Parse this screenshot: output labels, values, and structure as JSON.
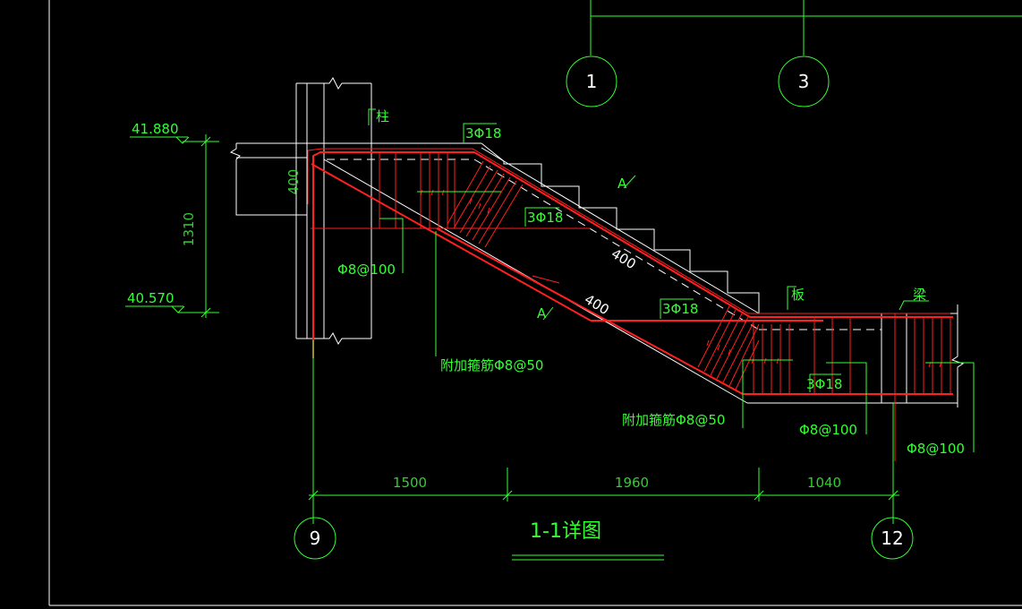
{
  "drawing": {
    "title": "1-1详图",
    "axes": {
      "top_left": "1",
      "top_right": "3",
      "bottom_left": "9",
      "bottom_right": "12"
    },
    "elevations": {
      "upper": "41.880",
      "lower": "40.570",
      "height": "1310"
    },
    "dimensions": {
      "seg1": "1500",
      "seg2": "1960",
      "seg3": "1040",
      "beam_depth": "400",
      "slab_thickness_a": "400",
      "slab_thickness_b": "400"
    },
    "rebar_labels": {
      "top_3phi18": "3Φ18",
      "mid_3phi18": "3Φ18",
      "lower_3phi18": "3Φ18",
      "bottom_3phi18": "3Φ18",
      "stirrup_left": "Φ8@100",
      "stirrup_mid": "Φ8@100",
      "stirrup_right": "Φ8@100",
      "extra_stirrup_a": "附加箍筋Φ8@50",
      "extra_stirrup_b": "附加箍筋Φ8@50"
    },
    "member_labels": {
      "column": "柱",
      "slab": "板",
      "beam": "梁"
    },
    "section_marks": {
      "mark_a": "A",
      "mark_b": "A"
    }
  }
}
